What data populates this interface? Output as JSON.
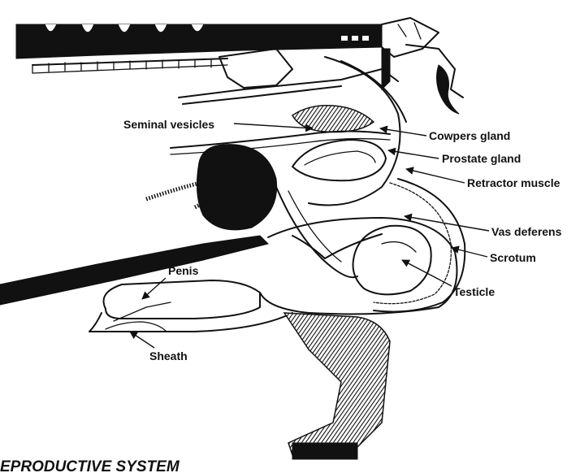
{
  "title": "EPRODUCTIVE SYSTEM",
  "labels": {
    "seminal_vesicles": "Seminal vesicles",
    "cowpers_gland": "Cowpers gland",
    "prostate_gland": "Prostate gland",
    "retractor_muscle": "Retractor muscle",
    "vas_deferens": "Vas deferens",
    "scrotum": "Scrotum",
    "testicle": "Testicle",
    "penis": "Penis",
    "sheath": "Sheath"
  },
  "colors": {
    "ink": "#111111",
    "paper": "#ffffff"
  }
}
